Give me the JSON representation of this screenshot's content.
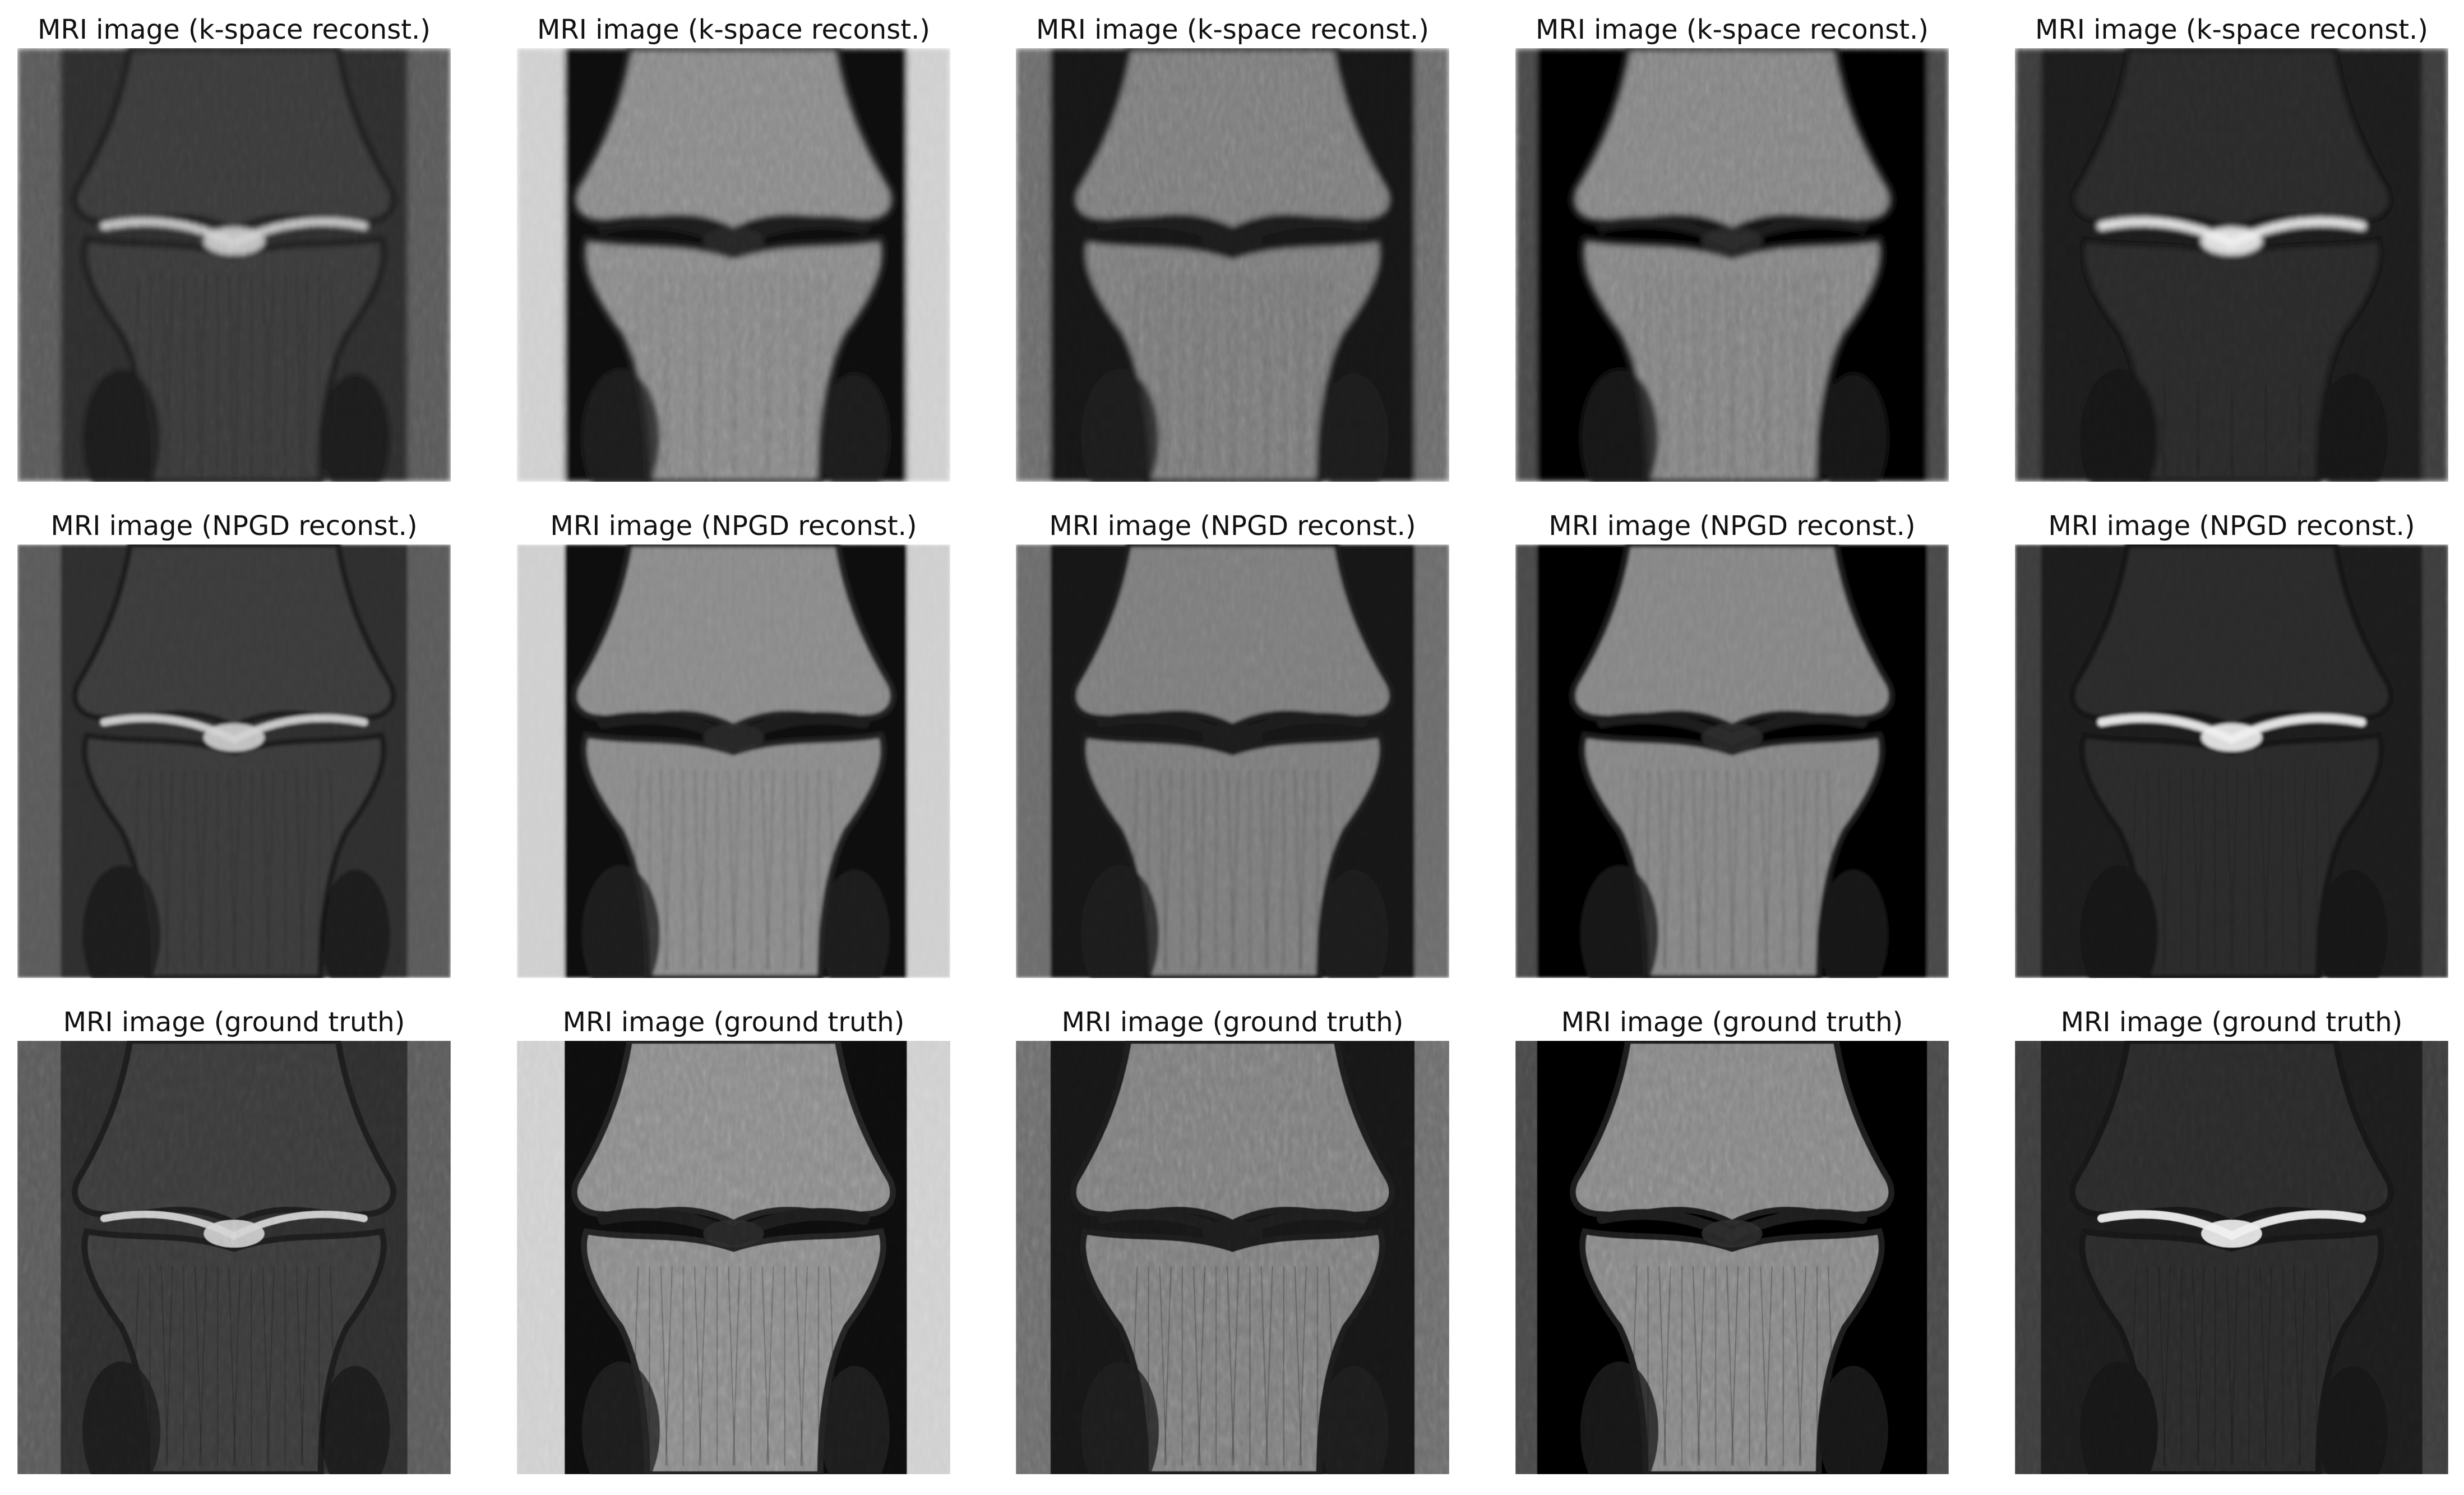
{
  "figure": {
    "background": "#ffffff",
    "title_color": "#111111",
    "image_colormap": "grayscale",
    "rows": [
      {
        "row": "kspace",
        "titles": [
          "MRI image (k-space reconst.)",
          "MRI image (k-space reconst.)",
          "MRI image (k-space reconst.)",
          "MRI image (k-space reconst.)",
          "MRI image (k-space reconst.)"
        ]
      },
      {
        "row": "npgd",
        "titles": [
          "MRI image (NPGD reconst.)",
          "MRI image (NPGD reconst.)",
          "MRI image (NPGD reconst.)",
          "MRI image (NPGD reconst.)",
          "MRI image (NPGD reconst.)"
        ]
      },
      {
        "row": "ground-truth",
        "titles": [
          "MRI image (ground truth)",
          "MRI image (ground truth)",
          "MRI image (ground truth)",
          "MRI image (ground truth)",
          "MRI image (ground truth)"
        ]
      }
    ]
  }
}
